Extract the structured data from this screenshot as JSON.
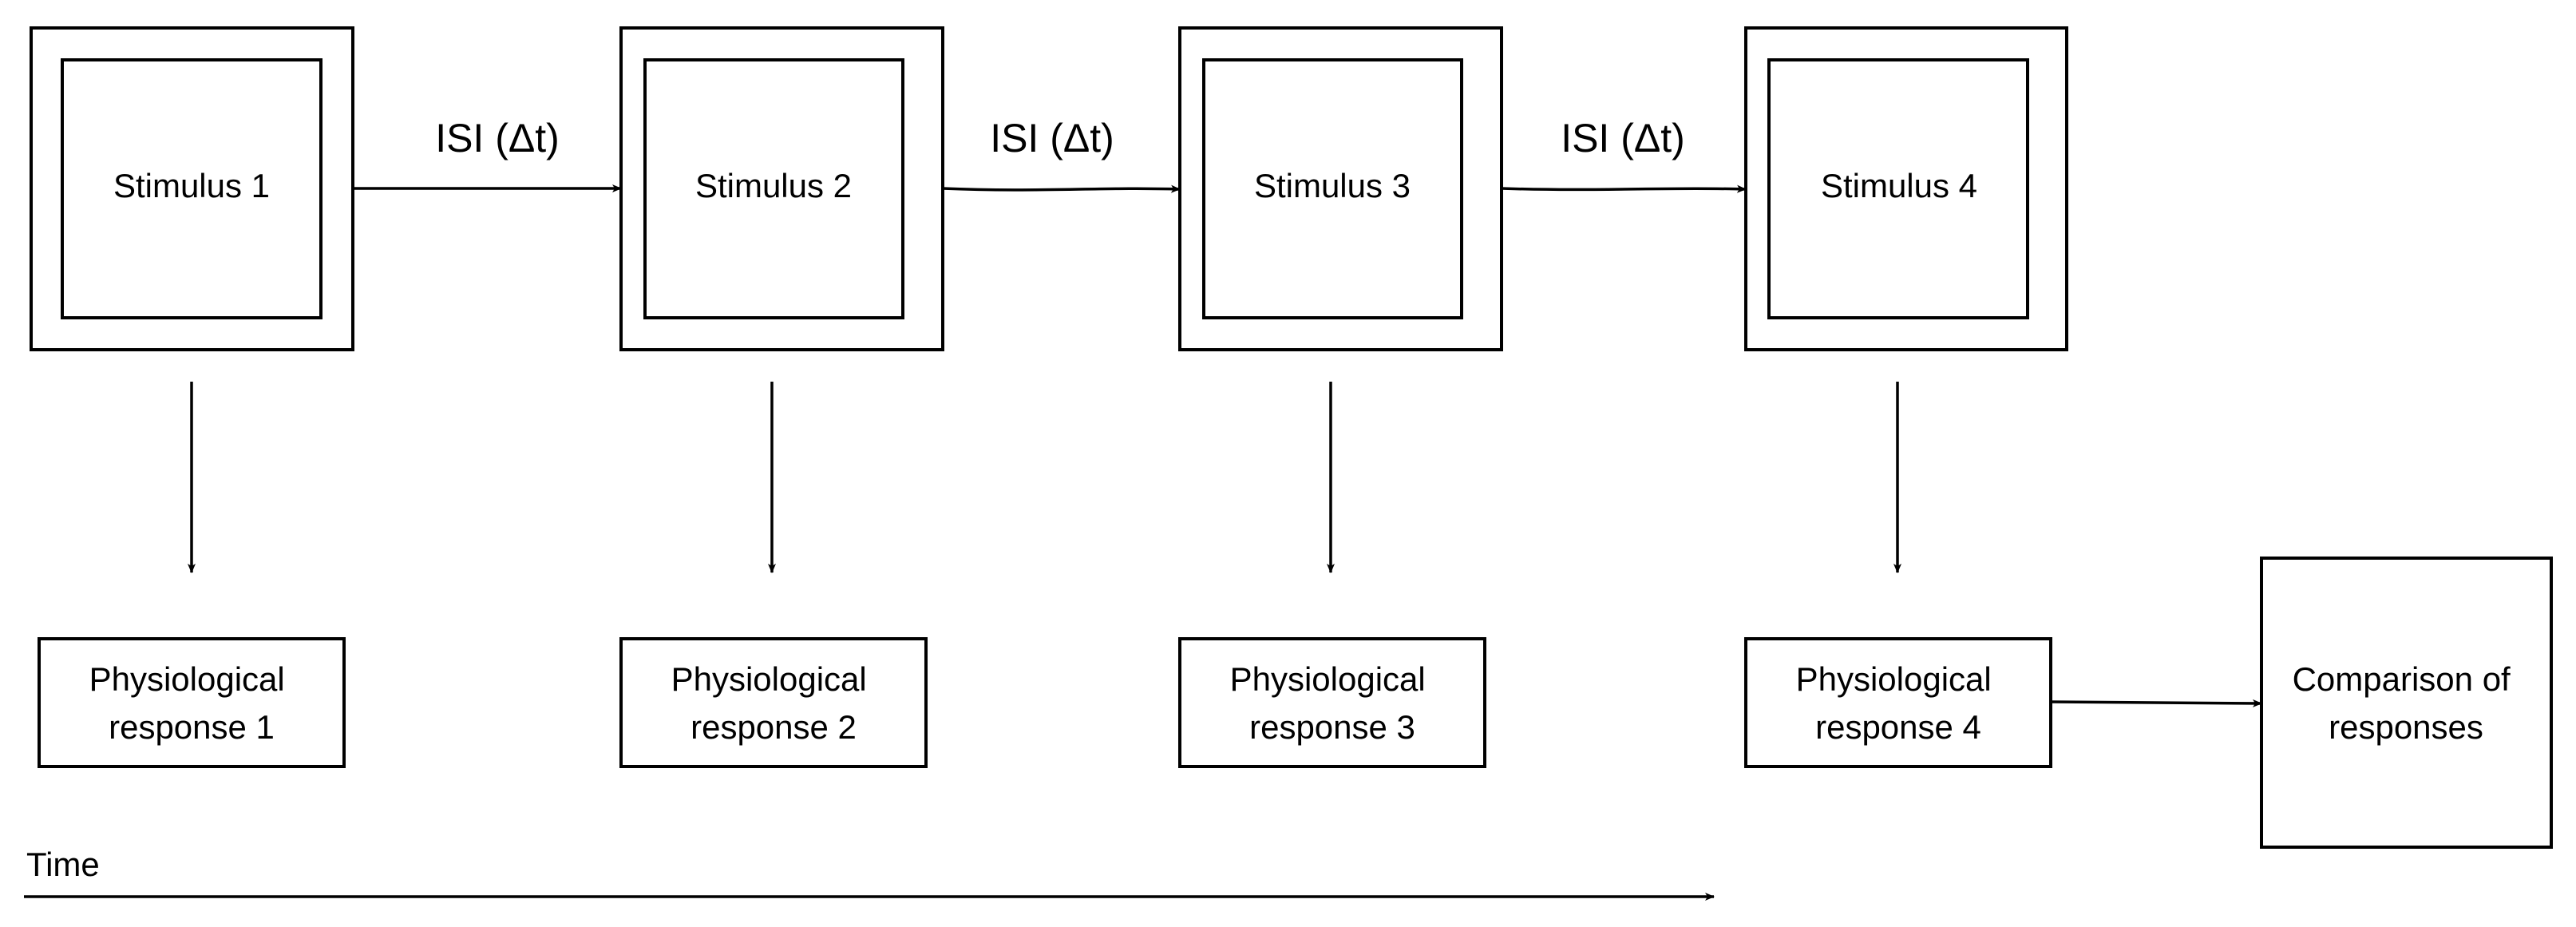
{
  "stimuli": [
    {
      "label": "Stimulus 1"
    },
    {
      "label": "Stimulus 2"
    },
    {
      "label": "Stimulus 3"
    },
    {
      "label": "Stimulus 4"
    }
  ],
  "isi_labels": [
    "ISI (Δt)",
    "ISI (Δt)",
    "ISI (Δt)"
  ],
  "responses": [
    {
      "line1": "Physiological",
      "line2": "response 1"
    },
    {
      "line1": "Physiological",
      "line2": "response 2"
    },
    {
      "line1": "Physiological",
      "line2": "response 3"
    },
    {
      "line1": "Physiological",
      "line2": "response 4"
    }
  ],
  "comparison": {
    "line1": "Comparison of",
    "line2": "responses"
  },
  "time_label": "Time"
}
